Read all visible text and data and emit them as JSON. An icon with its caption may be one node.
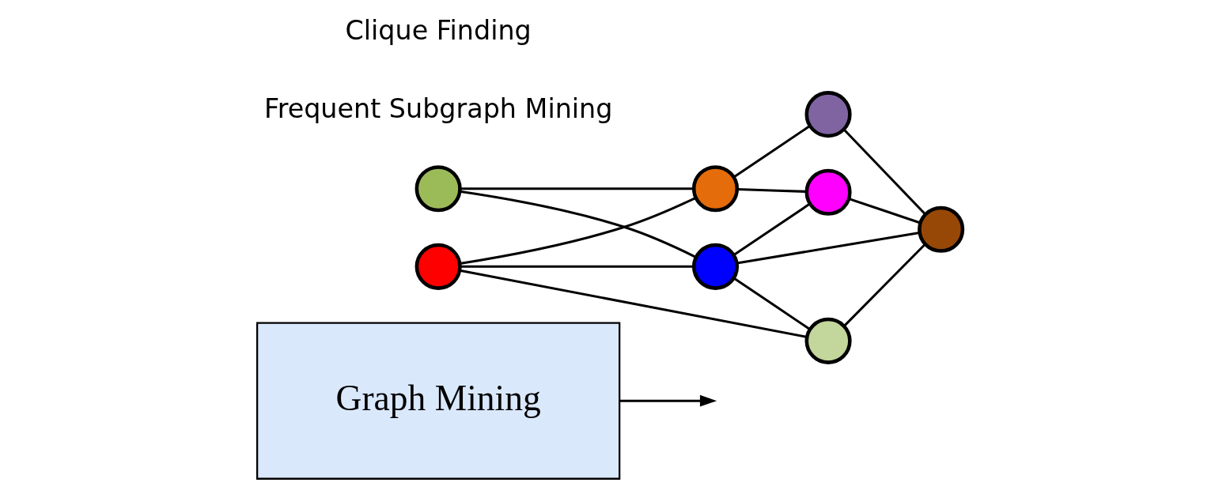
{
  "diagram": {
    "nodes": [
      {
        "text": [
          "Graph Mining"
        ]
      },
      {
        "text": [],
        "shape": "circle"
      },
      {
        "text": [],
        "shape": "circle"
      },
      {
        "text": [],
        "shape": "circle"
      },
      {
        "text": [],
        "shape": "circle"
      },
      {
        "text": [],
        "shape": "circle"
      },
      {
        "text": [],
        "shape": "circle"
      },
      {
        "text": [],
        "shape": "circle"
      },
      {
        "text": [],
        "shape": "circle"
      }
    ],
    "edges": [
      {
        "from": 0,
        "to": null,
        "arrow": "to"
      },
      {
        "from": 2,
        "to": 3,
        "arrow": "none"
      },
      {
        "from": 2,
        "to": 4,
        "arrow": "none"
      },
      {
        "from": 2,
        "to": 5,
        "arrow": "none"
      },
      {
        "from": 1,
        "to": 3,
        "arrow": "none"
      },
      {
        "from": 1,
        "to": 4,
        "arrow": "none"
      },
      {
        "from": 3,
        "to": 5,
        "arrow": "none"
      },
      {
        "from": 3,
        "to": 6,
        "arrow": "none"
      },
      {
        "from": 3,
        "to": 8,
        "arrow": "none"
      },
      {
        "from": 4,
        "to": 6,
        "arrow": "none"
      },
      {
        "from": 4,
        "to": 7,
        "arrow": "none"
      },
      {
        "from": 5,
        "to": 8,
        "arrow": "none"
      },
      {
        "from": 6,
        "to": 8,
        "arrow": "none"
      },
      {
        "from": 7,
        "to": 8,
        "arrow": "none"
      }
    ],
    "labels": [
      "Frequent Subgraph Mining",
      "Clique Finding"
    ]
  }
}
